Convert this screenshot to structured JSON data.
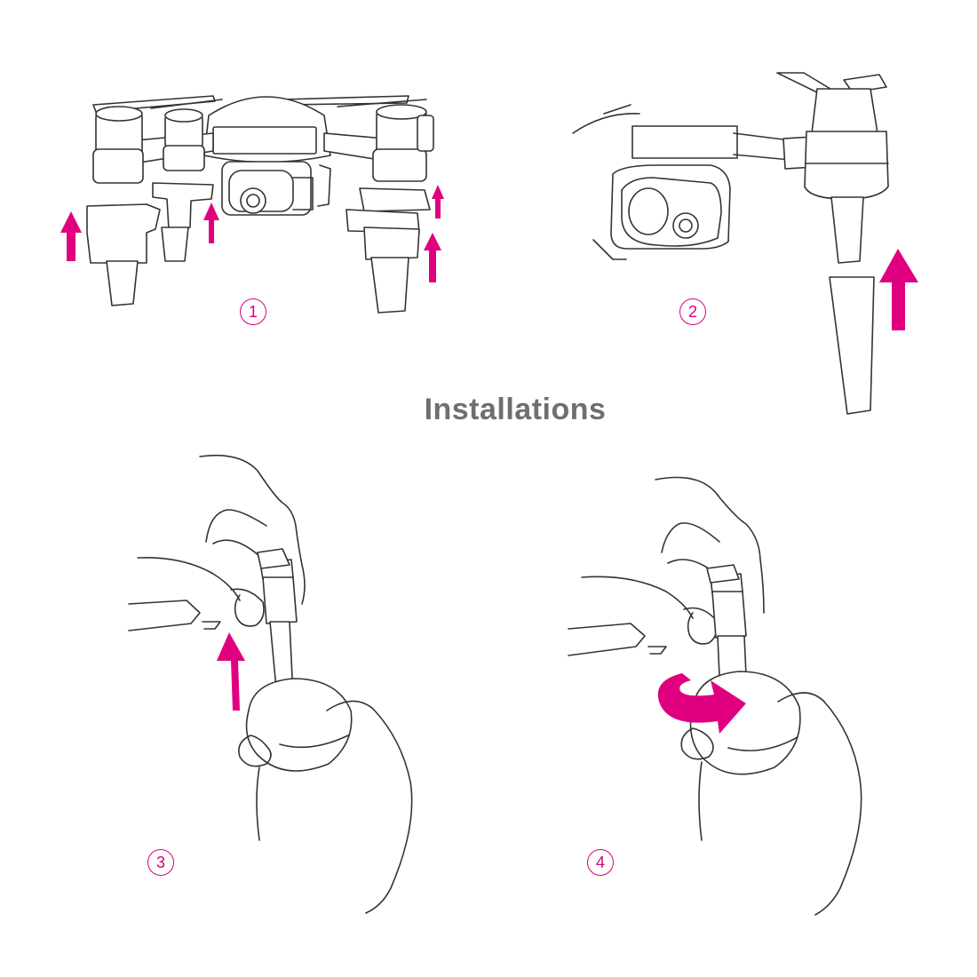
{
  "title": "Installations",
  "steps": [
    {
      "number": "1"
    },
    {
      "number": "2"
    },
    {
      "number": "3"
    },
    {
      "number": "4"
    }
  ],
  "colors": {
    "accent": "#e0007f",
    "title": "#6f6f6f",
    "line": "#333333"
  }
}
